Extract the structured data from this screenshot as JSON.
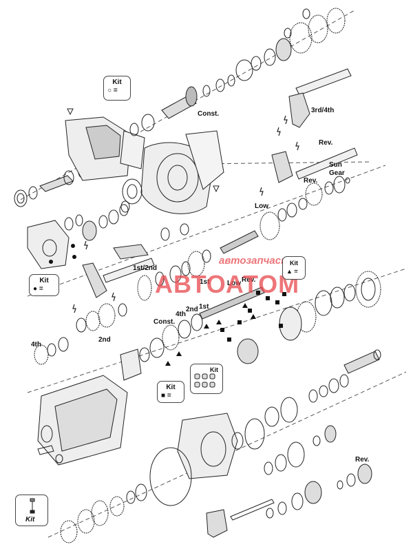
{
  "watermark": {
    "line1": "автозапчасти",
    "line2": "АВТОАТОМ",
    "color": "#e8474d"
  },
  "kits": [
    {
      "id": "kit1",
      "title": "Kit",
      "symbol": "○ ="
    },
    {
      "id": "kit2",
      "title": "Kit",
      "symbol": "● ="
    },
    {
      "id": "kit3",
      "title": "Kit",
      "symbol": "▲ ="
    },
    {
      "id": "kit4",
      "title": "Kit",
      "symbol": "■ ="
    },
    {
      "id": "kit5",
      "title": "Kit",
      "symbol": ""
    },
    {
      "id": "kit6",
      "title": "Kit",
      "symbol": ""
    }
  ],
  "labels": {
    "const_top": "Const.",
    "third_fourth": "3rd/4th",
    "rev_fork": "Rev.",
    "sun_gear": "Sun\nGear",
    "rev_gear": "Rev.",
    "low_top": "Low",
    "first_second": "1st/2nd",
    "first": "1st",
    "low_mid": "Low",
    "rev_mid": "Rev.",
    "second_a": "2nd",
    "first_b": "1st",
    "fourth_a": "4th",
    "const_mid": "Const.",
    "fourth_left": "4th",
    "second_left": "2nd",
    "rev_bottom": "Rev."
  }
}
